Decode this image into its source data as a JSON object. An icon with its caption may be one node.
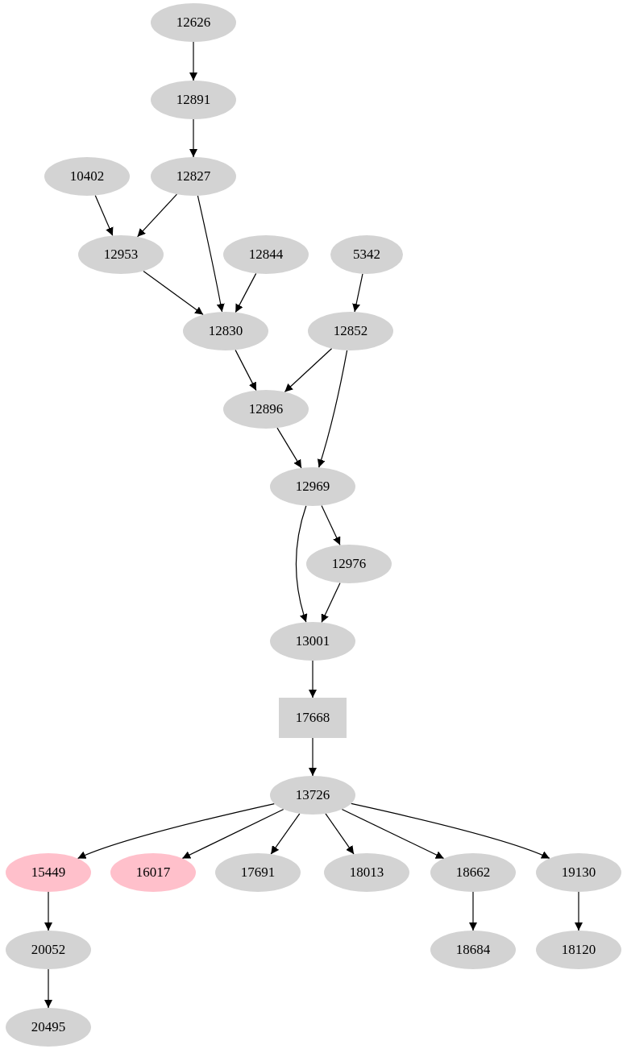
{
  "diagram": {
    "nodes": [
      {
        "text": [
          "12626"
        ]
      },
      {
        "text": [
          "12891"
        ]
      },
      {
        "text": [
          "10402"
        ]
      },
      {
        "text": [
          "12827"
        ]
      },
      {
        "text": [
          "12953"
        ]
      },
      {
        "text": [
          "12844"
        ]
      },
      {
        "text": [
          "5342"
        ]
      },
      {
        "text": [
          "12830"
        ]
      },
      {
        "text": [
          "12852"
        ]
      },
      {
        "text": [
          "12896"
        ]
      },
      {
        "text": [
          "12969"
        ]
      },
      {
        "text": [
          "12976"
        ]
      },
      {
        "text": [
          "13001"
        ]
      },
      {
        "text": [
          "17668"
        ]
      },
      {
        "text": [
          "13726"
        ]
      },
      {
        "text": [
          "15449"
        ]
      },
      {
        "text": [
          "16017"
        ]
      },
      {
        "text": [
          "17691"
        ]
      },
      {
        "text": [
          "18013"
        ]
      },
      {
        "text": [
          "18662"
        ]
      },
      {
        "text": [
          "19130"
        ]
      },
      {
        "text": [
          "20052"
        ]
      },
      {
        "text": [
          "18684"
        ]
      },
      {
        "text": [
          "18120"
        ]
      },
      {
        "text": [
          "20495"
        ]
      }
    ],
    "edges": [
      {
        "from": 0,
        "to": 1,
        "arrow": "to"
      },
      {
        "from": 1,
        "to": 3,
        "arrow": "to"
      },
      {
        "from": 2,
        "to": 4,
        "arrow": "to"
      },
      {
        "from": 3,
        "to": 4,
        "arrow": "to"
      },
      {
        "from": 3,
        "to": 7,
        "arrow": "to"
      },
      {
        "from": 4,
        "to": 7,
        "arrow": "to"
      },
      {
        "from": 5,
        "to": 7,
        "arrow": "to"
      },
      {
        "from": 6,
        "to": 8,
        "arrow": "to"
      },
      {
        "from": 7,
        "to": 9,
        "arrow": "to"
      },
      {
        "from": 8,
        "to": 9,
        "arrow": "to"
      },
      {
        "from": 8,
        "to": 10,
        "arrow": "to"
      },
      {
        "from": 9,
        "to": 10,
        "arrow": "to"
      },
      {
        "from": 10,
        "to": 12,
        "arrow": "to"
      },
      {
        "from": 10,
        "to": 11,
        "arrow": "to"
      },
      {
        "from": 11,
        "to": 12,
        "arrow": "to"
      },
      {
        "from": 12,
        "to": 13,
        "arrow": "to"
      },
      {
        "from": 13,
        "to": 14,
        "arrow": "to"
      },
      {
        "from": 14,
        "to": 15,
        "arrow": "to"
      },
      {
        "from": 14,
        "to": 16,
        "arrow": "to"
      },
      {
        "from": 14,
        "to": 17,
        "arrow": "to"
      },
      {
        "from": 14,
        "to": 18,
        "arrow": "to"
      },
      {
        "from": 14,
        "to": 19,
        "arrow": "to"
      },
      {
        "from": 14,
        "to": 20,
        "arrow": "to"
      },
      {
        "from": 15,
        "to": 21,
        "arrow": "to"
      },
      {
        "from": 19,
        "to": 22,
        "arrow": "to"
      },
      {
        "from": 20,
        "to": 23,
        "arrow": "to"
      },
      {
        "from": 21,
        "to": 24,
        "arrow": "to"
      }
    ]
  }
}
